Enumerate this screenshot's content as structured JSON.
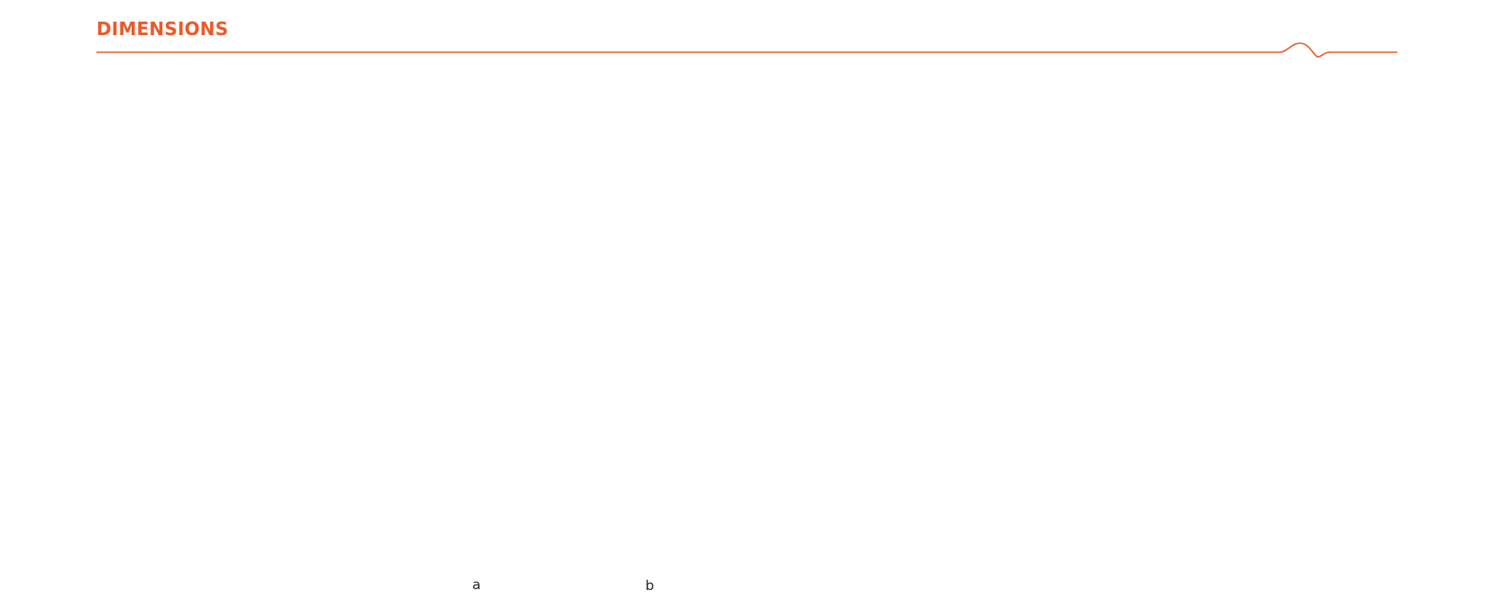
{
  "section": {
    "title": "DIMENSIONS"
  },
  "colors": {
    "accent": "#ea5a2b",
    "text": "#222222",
    "background": "#ffffff"
  },
  "figure_labels": {
    "a": "a",
    "b": "b"
  }
}
